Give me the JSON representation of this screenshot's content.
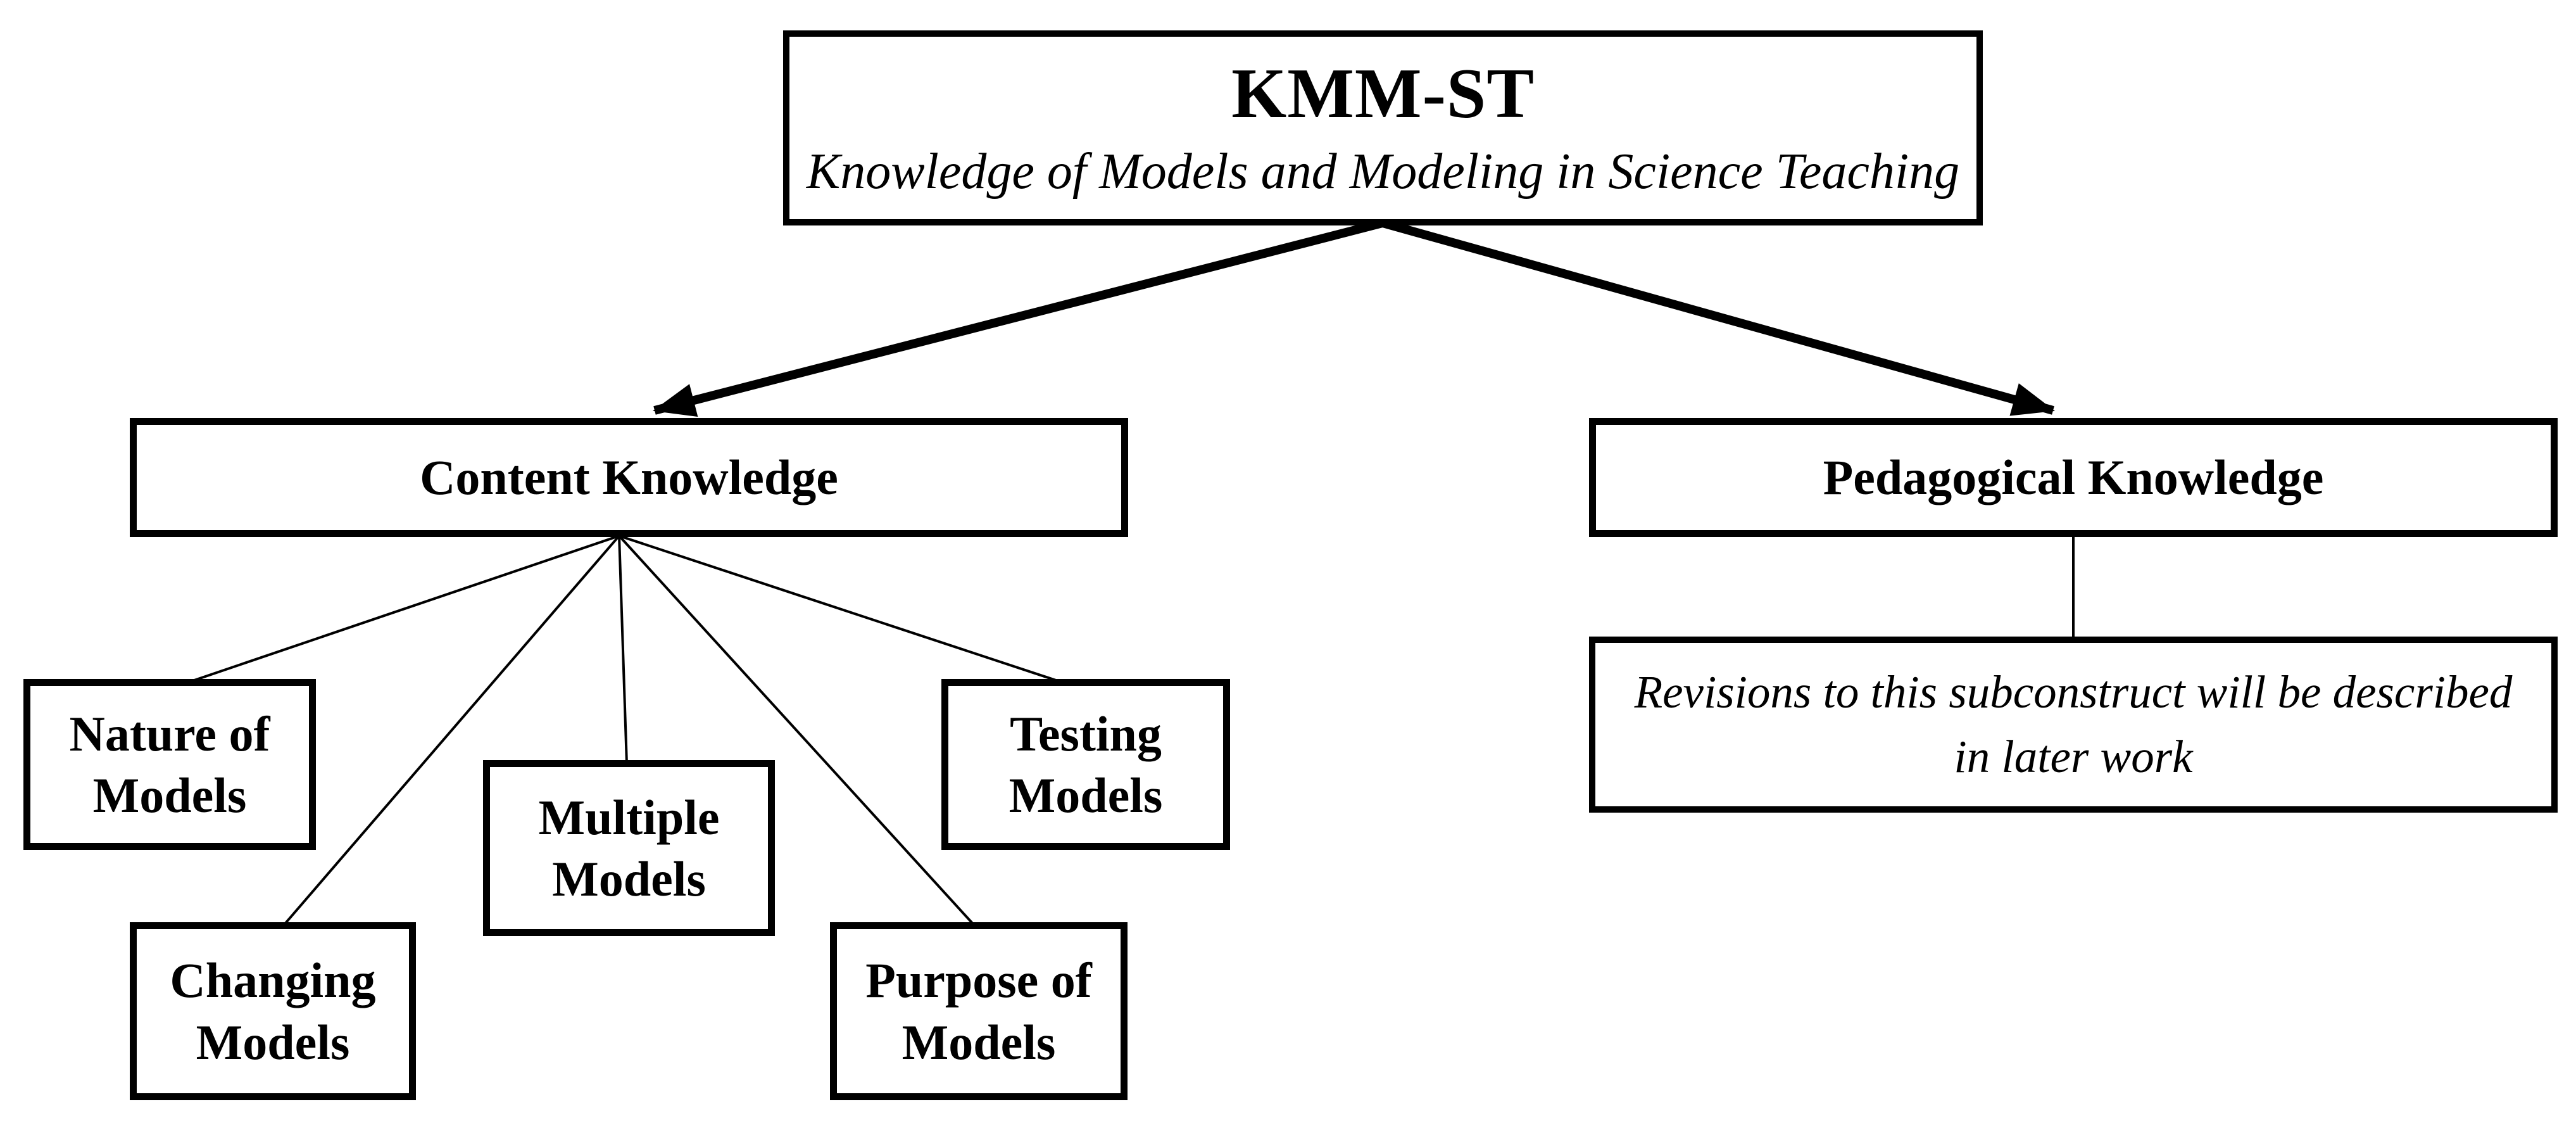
{
  "root": {
    "title": "KMM-ST",
    "subtitle": "Knowledge of Models and Modeling in Science Teaching"
  },
  "branches": {
    "content": {
      "label": "Content Knowledge"
    },
    "pedagogical": {
      "label": "Pedagogical Knowledge"
    }
  },
  "content_subconstructs": {
    "nature": {
      "label": "Nature of\nModels"
    },
    "multiple": {
      "label": "Multiple\nModels"
    },
    "testing": {
      "label": "Testing\nModels"
    },
    "changing": {
      "label": "Changing\nModels"
    },
    "purpose": {
      "label": "Purpose of\nModels"
    }
  },
  "pedagogical_note": {
    "label": "Revisions to this subconstruct will be described\nin later work"
  },
  "colors": {
    "ink": "#000000",
    "background": "#ffffff"
  }
}
